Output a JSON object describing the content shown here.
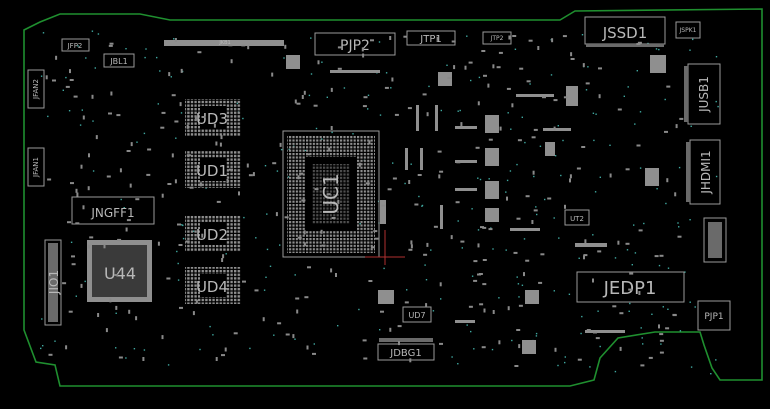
{
  "designators": {
    "JSSD1": "JSSD1",
    "JSPK1": "JSPK1",
    "JFP2": "JFP2",
    "JBL1": "JBL1",
    "JKB1": "JKB1",
    "PJP2": "PJP2",
    "JTP1": "JTP1",
    "JTP2": "JTP2",
    "JFAN2": "JFAN2",
    "JFAN1": "JFAN1",
    "UD3": "UD3",
    "UD1": "UD1",
    "UD2": "UD2",
    "UD4": "UD4",
    "UC1": "UC1",
    "JUSB1": "JUSB1",
    "JHDMI1": "JHDMI1",
    "JNGFF1": "JNGFF1",
    "U44": "U44",
    "JIO1": "JIO1",
    "UT2": "UT2",
    "JEDP1": "JEDP1",
    "UD7": "UD7",
    "JDBG1": "JDBG1",
    "PJP1": "PJP1"
  },
  "colors": {
    "background": "#000000",
    "board_outline": "#1f8f2f",
    "silkscreen": "#b8b8b8",
    "pads": "#8f8f8f",
    "vias": "#3fa8a0"
  }
}
